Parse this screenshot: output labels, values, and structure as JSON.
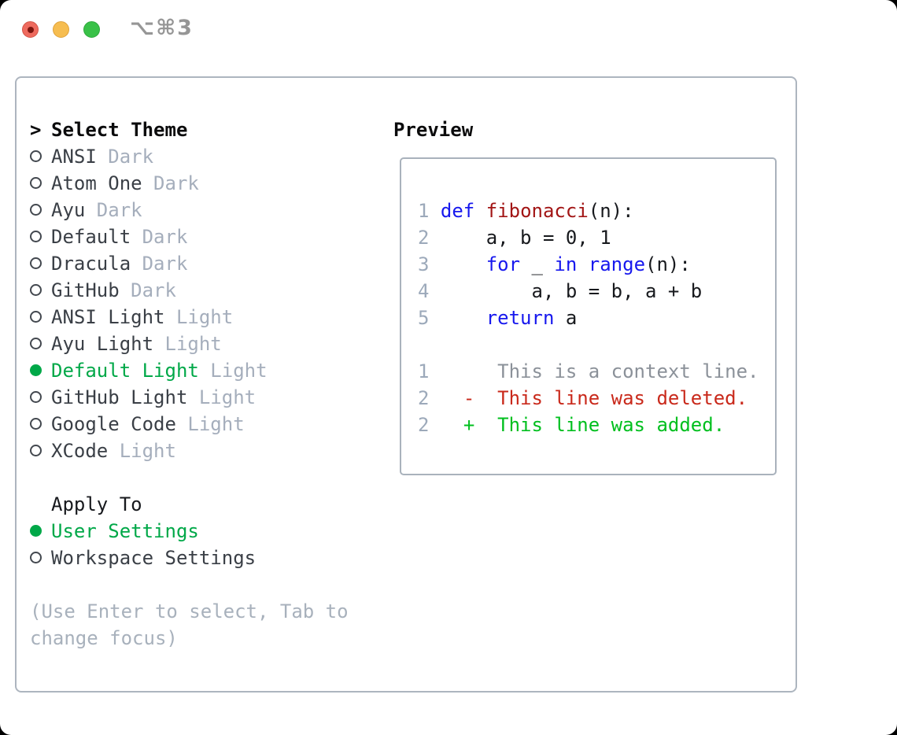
{
  "window": {
    "shortcut_label": "⌥⌘3",
    "traffic_lights": [
      "close",
      "minimize",
      "zoom"
    ]
  },
  "theme_panel": {
    "title_marker": ">",
    "title": "Select Theme",
    "themes": [
      {
        "name": "ANSI",
        "variant": "Dark",
        "selected": false
      },
      {
        "name": "Atom One",
        "variant": "Dark",
        "selected": false
      },
      {
        "name": "Ayu",
        "variant": "Dark",
        "selected": false
      },
      {
        "name": "Default",
        "variant": "Dark",
        "selected": false
      },
      {
        "name": "Dracula",
        "variant": "Dark",
        "selected": false
      },
      {
        "name": "GitHub",
        "variant": "Dark",
        "selected": false
      },
      {
        "name": "ANSI Light",
        "variant": "Light",
        "selected": false
      },
      {
        "name": "Ayu Light",
        "variant": "Light",
        "selected": false
      },
      {
        "name": "Default Light",
        "variant": "Light",
        "selected": true
      },
      {
        "name": "GitHub Light",
        "variant": "Light",
        "selected": false
      },
      {
        "name": "Google Code",
        "variant": "Light",
        "selected": false
      },
      {
        "name": "XCode",
        "variant": "Light",
        "selected": false
      }
    ],
    "apply_to": {
      "title": "Apply To",
      "options": [
        {
          "label": "User Settings",
          "selected": true
        },
        {
          "label": "Workspace Settings",
          "selected": false
        }
      ]
    },
    "hint_lines": [
      "(Use Enter to select, Tab to",
      "change focus)"
    ]
  },
  "preview": {
    "title": "Preview",
    "code_lines": [
      {
        "segments": [
          {
            "text": "1 ",
            "style": "num"
          },
          {
            "text": "def",
            "style": "kw"
          },
          {
            "text": " ",
            "style": "plain"
          },
          {
            "text": "fibonacci",
            "style": "fn"
          },
          {
            "text": "(n):",
            "style": "plain"
          }
        ]
      },
      {
        "segments": [
          {
            "text": "2 ",
            "style": "num"
          },
          {
            "text": "    a, b = 0, 1",
            "style": "plain"
          }
        ]
      },
      {
        "segments": [
          {
            "text": "3 ",
            "style": "num"
          },
          {
            "text": "    ",
            "style": "plain"
          },
          {
            "text": "for",
            "style": "kw"
          },
          {
            "text": " _ ",
            "style": "plain"
          },
          {
            "text": "in",
            "style": "kw"
          },
          {
            "text": " ",
            "style": "plain"
          },
          {
            "text": "range",
            "style": "kw"
          },
          {
            "text": "(n):",
            "style": "plain"
          }
        ]
      },
      {
        "segments": [
          {
            "text": "4 ",
            "style": "num"
          },
          {
            "text": "        a, b = b, a + b",
            "style": "plain"
          }
        ]
      },
      {
        "segments": [
          {
            "text": "5 ",
            "style": "num"
          },
          {
            "text": "    ",
            "style": "plain"
          },
          {
            "text": "return",
            "style": "kw"
          },
          {
            "text": " a",
            "style": "plain"
          }
        ]
      },
      {
        "segments": []
      },
      {
        "segments": [
          {
            "text": "1",
            "style": "num"
          },
          {
            "text": "      This is a context line.",
            "style": "ctx"
          }
        ]
      },
      {
        "segments": [
          {
            "text": "2",
            "style": "num"
          },
          {
            "text": "   ",
            "style": "plain"
          },
          {
            "text": "-  This line was deleted.",
            "style": "del"
          }
        ]
      },
      {
        "segments": [
          {
            "text": "2",
            "style": "num"
          },
          {
            "text": "   ",
            "style": "plain"
          },
          {
            "text": "+  This line was added.",
            "style": "add"
          }
        ]
      }
    ]
  },
  "colors": {
    "selection_green": "#00a848",
    "keyword_blue": "#1718ee",
    "function_red": "#a21515",
    "diff_deleted_red": "#c9291b",
    "diff_added_green": "#00bf1e",
    "variant_gray": "#a5aebc",
    "hint_gray": "#a8b1bc",
    "line_number_gray": "#9ca9ba",
    "context_gray": "#8b9199",
    "panel_border": "#adb5bf",
    "traffic_red": "#ee6a5e",
    "traffic_yellow": "#f6bd50",
    "traffic_green": "#39c148"
  }
}
